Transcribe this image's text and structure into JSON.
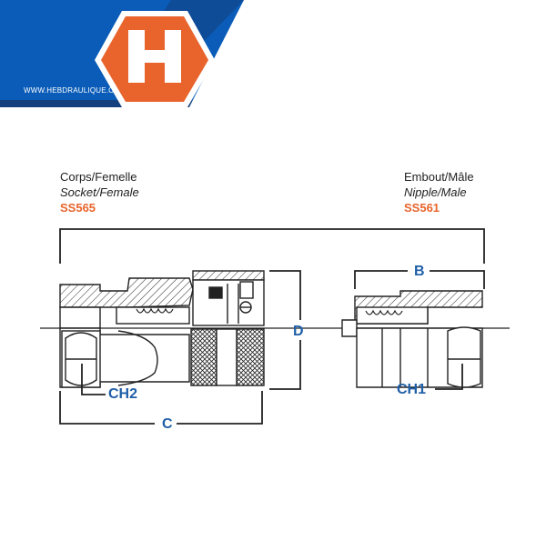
{
  "brand": {
    "url": "WWW.HEBDRAULIQUE.CA",
    "logo_letter": "H",
    "colors": {
      "blue": "#0a5cb8",
      "dark_blue": "#14407e",
      "orange": "#e8642c"
    }
  },
  "socket": {
    "name_fr": "Corps/Femelle",
    "name_en": "Socket/Female",
    "code": "SS565"
  },
  "nipple": {
    "name_fr": "Embout/Mâle",
    "name_en": "Nipple/Male",
    "code": "SS561"
  },
  "dimensions": {
    "b": "B",
    "c": "C",
    "d": "D",
    "ch1": "CH1",
    "ch2": "CH2"
  },
  "colors": {
    "dimension": "#1f5fa8",
    "line": "#222222"
  }
}
